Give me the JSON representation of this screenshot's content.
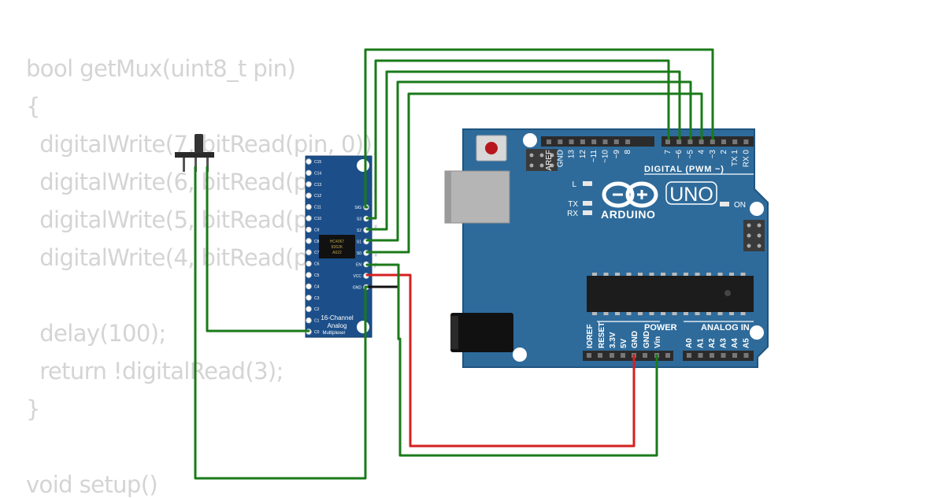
{
  "code": {
    "lines": [
      "bool getMux(uint8_t pin)",
      "{",
      "  digitalWrite(7, bitRead(pin, 0));",
      "  digitalWrite(6, bitRead(pin, 1));",
      "  digitalWrite(5, bitRead(pin, 2));",
      "  digitalWrite(4, bitRead(pin, 3));",
      "",
      "  delay(100);",
      "  return !digitalRead(3);",
      "}",
      "",
      "void setup()"
    ]
  },
  "mux": {
    "title": "16-Channel",
    "subtitle": "Analog",
    "caption": "Multiplexer",
    "chip_text": [
      "HC4067",
      "8362K",
      "A022"
    ],
    "left_pins": [
      "C15",
      "C14",
      "C13",
      "C12",
      "C11",
      "C10",
      "C9",
      "C8",
      "C7",
      "C6",
      "C5",
      "C4",
      "C3",
      "C2",
      "C1",
      "C0"
    ],
    "right_pins": [
      "SIG",
      "S3",
      "S2",
      "S1",
      "S0",
      "EN",
      "VCC",
      "GND"
    ]
  },
  "arduino": {
    "brand": "ARDUINO",
    "model": "UNO",
    "digital_label": "DIGITAL (PWM ~)",
    "power_label": "POWER",
    "analog_label": "ANALOG IN",
    "on_label": "ON",
    "led_l": "L",
    "led_tx": "TX",
    "led_rx": "RX",
    "top_pins_left": [
      "AREF",
      "GND",
      "13",
      "12",
      "~11",
      "~10",
      "~9",
      "8"
    ],
    "top_pins_right": [
      "7",
      "~6",
      "~5",
      "4",
      "~3",
      "2",
      "TX 1",
      "RX 0"
    ],
    "power_pins": [
      "IOREF",
      "RESET",
      "3.3V",
      "5V",
      "GND",
      "GND",
      "Vin"
    ],
    "analog_pins": [
      "A0",
      "A1",
      "A2",
      "A3",
      "A4",
      "A5"
    ]
  },
  "colors": {
    "board": "#2e6b9b",
    "board_edge": "#1f557f",
    "mux_board": "#1c4f8a",
    "wire_signal": "#1a7a1a",
    "wire_power": "#d42020",
    "wire_ground": "#111111",
    "code_text": "#d4d4d4"
  }
}
